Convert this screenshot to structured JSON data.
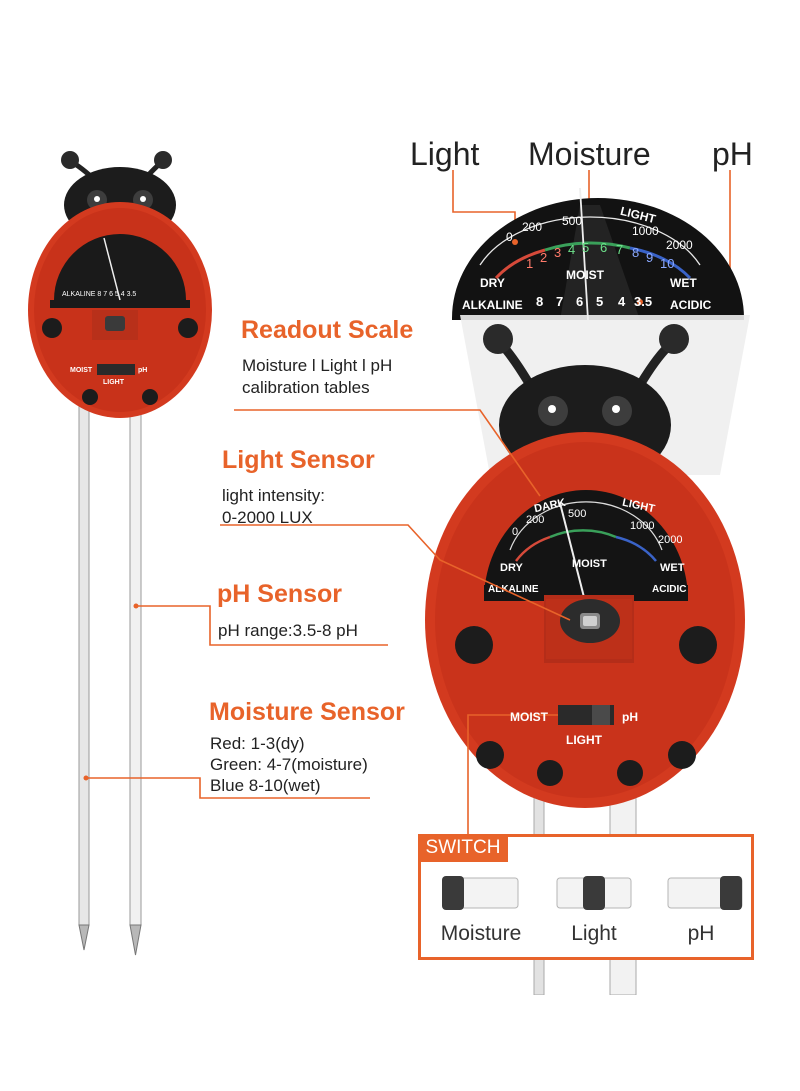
{
  "top_labels": {
    "light": "Light",
    "moisture": "Moisture",
    "ph": "pH"
  },
  "dial": {
    "dark": "DARK",
    "light": "LIGHT",
    "light_scale": [
      "0",
      "200",
      "500",
      "1000",
      "2000"
    ],
    "moist_scale": [
      "1",
      "2",
      "3",
      "4",
      "5",
      "6",
      "7",
      "8",
      "9",
      "10"
    ],
    "dry": "DRY",
    "moist": "MOIST",
    "wet": "WET",
    "alkaline": "ALKALINE",
    "acidic": "ACIDIC",
    "ph_scale": [
      "8",
      "7",
      "6",
      "5",
      "4",
      "3.5"
    ]
  },
  "switch_labels": {
    "moist": "MOIST",
    "light": "LIGHT",
    "ph": "pH"
  },
  "callouts": {
    "readout": {
      "title": "Readout Scale",
      "lines": [
        "Moisture l Light l pH",
        "calibration tables"
      ]
    },
    "light_sensor": {
      "title": "Light Sensor",
      "lines": [
        "light intensity:",
        "0-2000 LUX"
      ]
    },
    "ph_sensor": {
      "title": "pH Sensor",
      "lines": [
        "pH range:3.5-8 pH"
      ]
    },
    "moisture_sensor": {
      "title": "Moisture Sensor",
      "lines": [
        "Red: 1-3(dy)",
        "Green: 4-7(moisture)",
        "Blue 8-10(wet)"
      ]
    }
  },
  "switch_panel": {
    "tag": "SWITCH",
    "options": [
      "Moisture",
      "Light",
      "pH"
    ]
  },
  "colors": {
    "accent": "#e8632a",
    "shell": "#d33a1f",
    "head": "#1c1c1c"
  }
}
